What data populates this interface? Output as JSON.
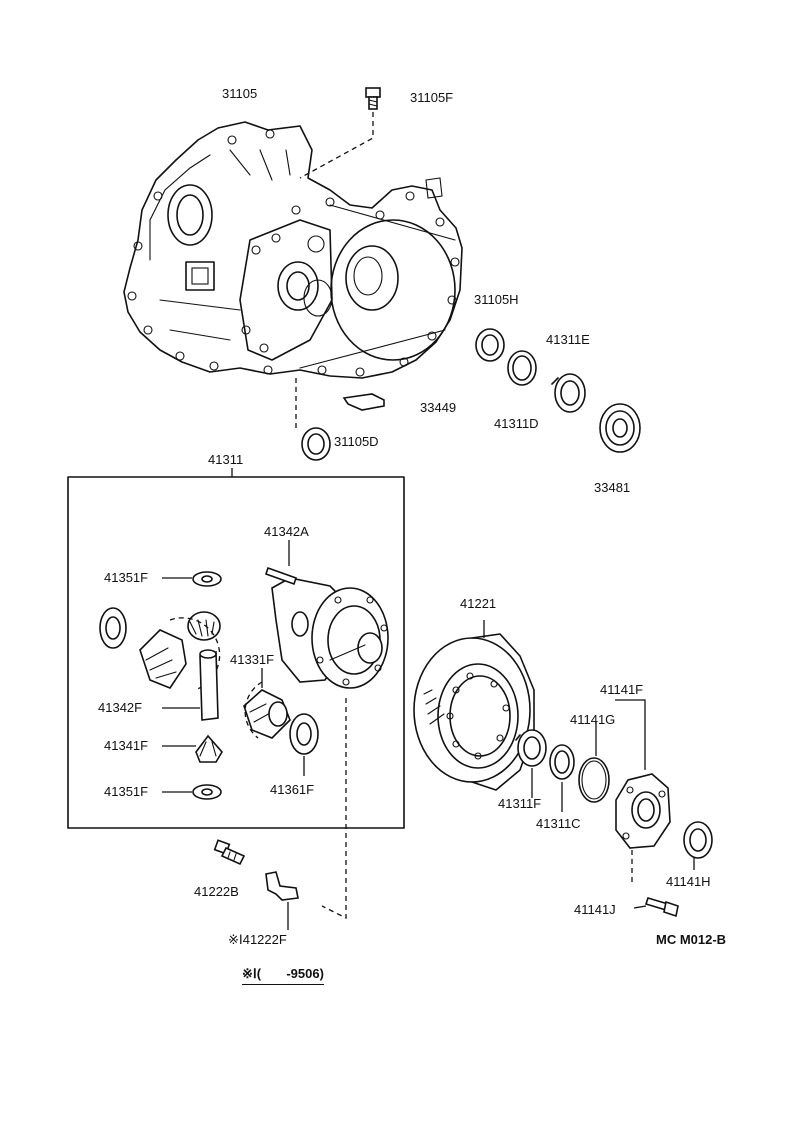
{
  "parts": {
    "p31105": "31105",
    "p31105F": "31105F",
    "p31105H": "31105H",
    "p41311E": "41311E",
    "p33449": "33449",
    "p41311D": "41311D",
    "p31105D": "31105D",
    "p33481": "33481",
    "p41311": "41311",
    "p41342A": "41342A",
    "p41351F_top": "41351F",
    "p41331F": "41331F",
    "p41342F": "41342F",
    "p41341F": "41341F",
    "p41361F": "41361F",
    "p41351F_bottom": "41351F",
    "p41221": "41221",
    "p41141F": "41141F",
    "p41141G": "41141G",
    "p41311F": "41311F",
    "p41311C": "41311C",
    "p41141H": "41141H",
    "p41141J": "41141J",
    "p41222B": "41222B",
    "p41222F": "※Ⅰ41222F"
  },
  "footnote": "※Ⅰ(       -9506)",
  "diagram_code": "MC  M012-B"
}
